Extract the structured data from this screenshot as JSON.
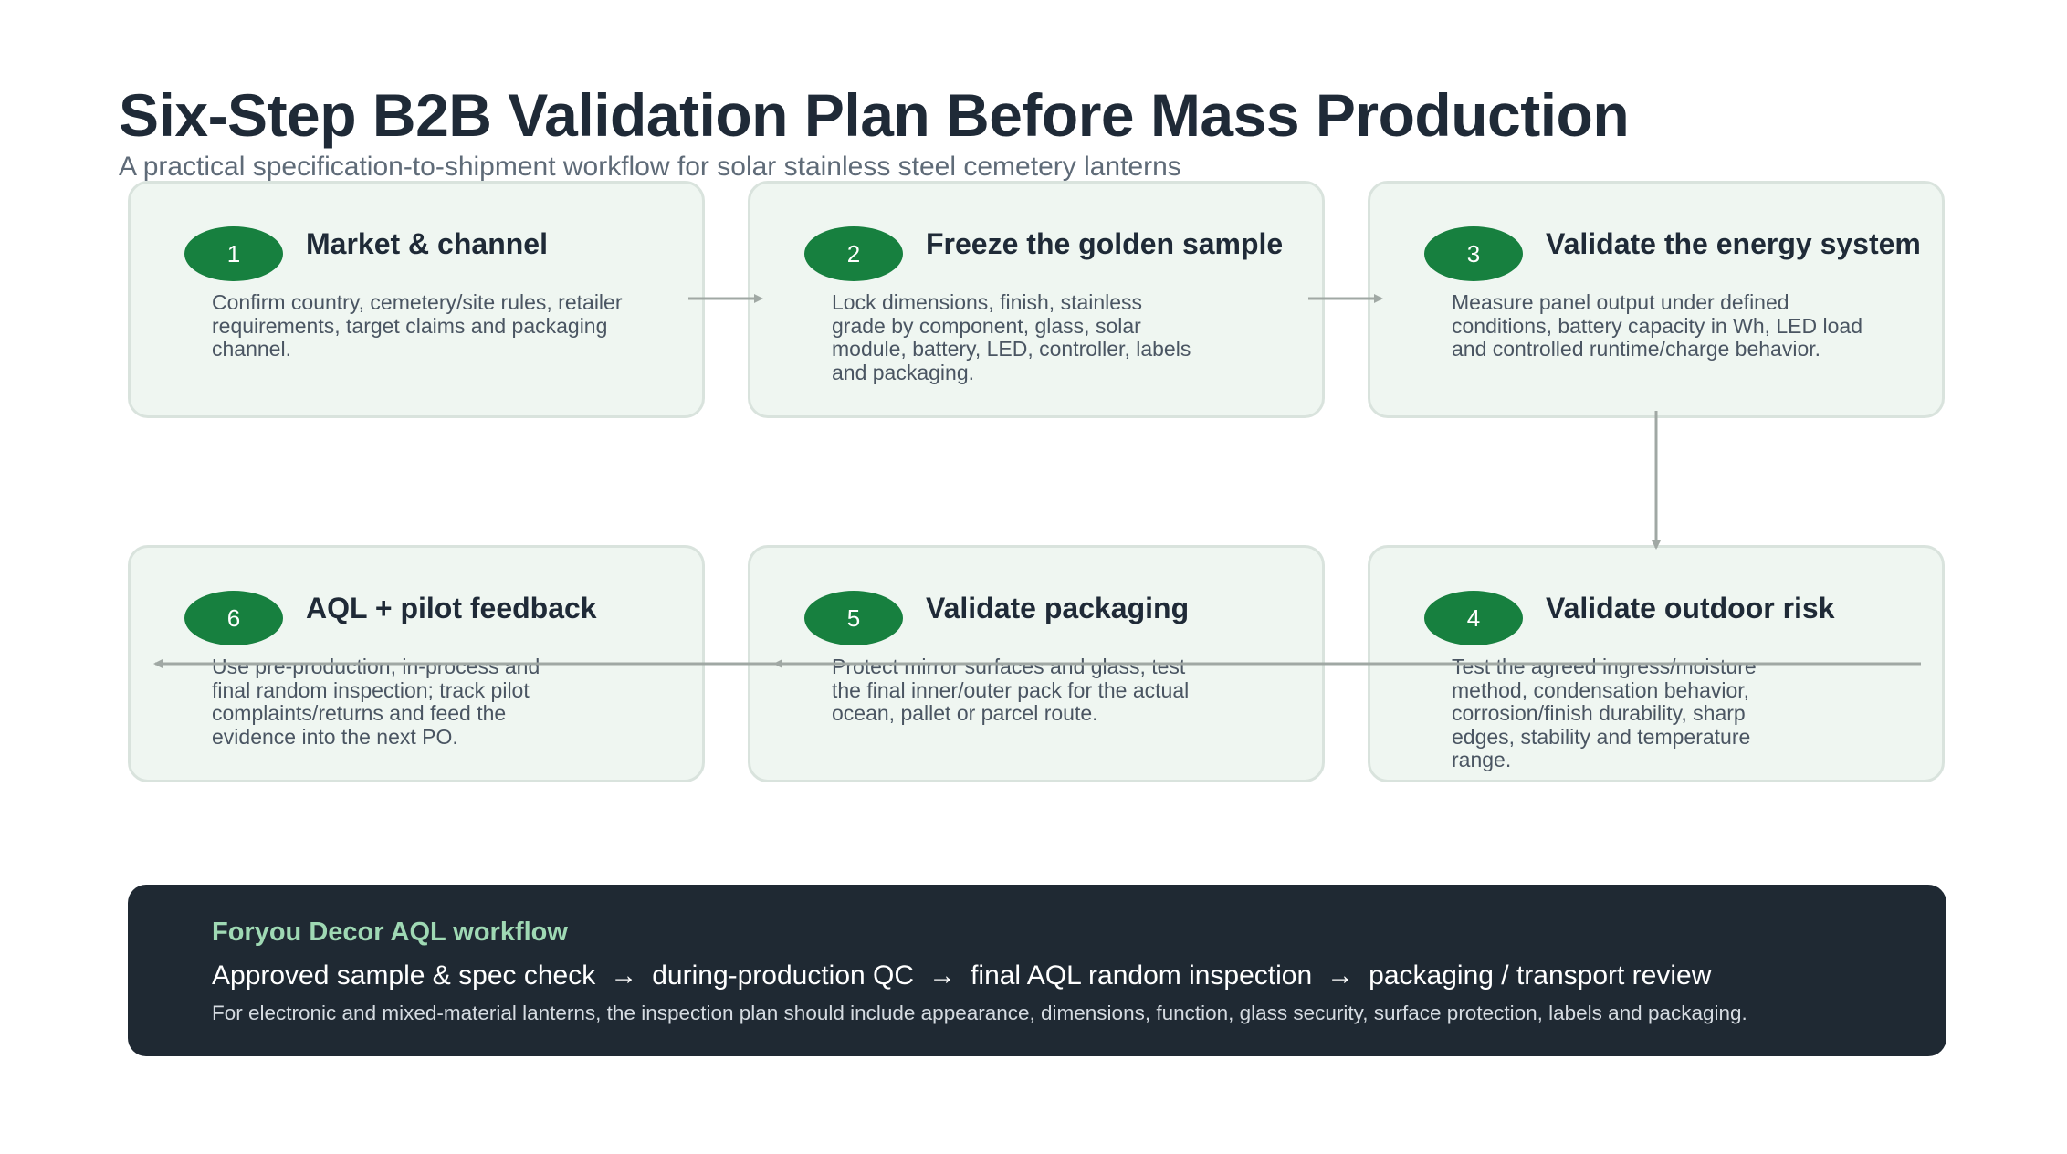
{
  "header": {
    "title": "Six-Step B2B Validation Plan Before Mass Production",
    "subtitle": "A practical specification-to-shipment workflow for solar stainless steel cemetery lanterns"
  },
  "steps": [
    {
      "number": "1",
      "title": "Market & channel",
      "description": "Confirm country, cemetery/site rules, retailer requirements, target claims and packaging channel."
    },
    {
      "number": "2",
      "title": "Freeze the golden sample",
      "description": "Lock dimensions, finish, stainless grade by component, glass, solar module, battery, LED, controller, labels and packaging."
    },
    {
      "number": "3",
      "title": "Validate the energy system",
      "description": "Measure panel output under defined conditions, battery capacity in Wh, LED load and controlled runtime/charge behavior."
    },
    {
      "number": "4",
      "title": "Validate outdoor risk",
      "description": "Test the agreed ingress/moisture method, condensation behavior, corrosion/finish durability, sharp edges, stability and temperature range."
    },
    {
      "number": "5",
      "title": "Validate packaging",
      "description": "Protect mirror surfaces and glass; test the final inner/outer pack for the actual ocean, pallet or parcel route."
    },
    {
      "number": "6",
      "title": "AQL + pilot feedback",
      "description": "Use pre-production, in-process and final random inspection; track pilot complaints/returns and feed the evidence into the next PO."
    }
  ],
  "workflow_panel": {
    "title": "Foryou Decor AQL workflow",
    "flow": [
      "Approved sample & spec check",
      "during-production QC",
      "final AQL random inspection",
      "packaging / transport review"
    ],
    "arrow": "→",
    "note": "For electronic and mixed-material lanterns, the inspection plan should include appearance, dimensions, function, glass security, surface protection, labels and packaging."
  },
  "colors": {
    "badge": "#17803f",
    "card_background": "#eff6f1",
    "card_border": "#d9e3dd",
    "panel_background": "#1f2933",
    "panel_title": "#9fd9b4",
    "arrow": "#a0a8a4"
  }
}
